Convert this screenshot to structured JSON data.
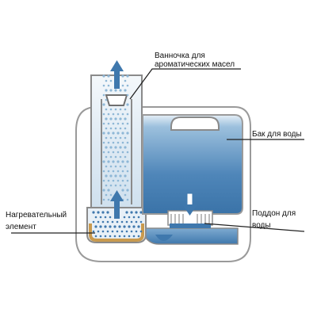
{
  "labels": {
    "aroma_tray_line1": "Ванночка для",
    "aroma_tray_line2": "ароматических масел",
    "water_tank": "Бак для воды",
    "heating_element_line1": "Нагревательный",
    "heating_element_line2": "элемент",
    "water_tray_line1": "Поддон для",
    "water_tray_line2": "воды"
  },
  "colors": {
    "water_dark": "#3f78ad",
    "water_light": "#8eb7d6",
    "tank_top": "#e4eef6",
    "heater": "#c99a4e",
    "arrow": "#3f78ad",
    "outline": "#9a9a9a",
    "leader_line": "#222222"
  }
}
